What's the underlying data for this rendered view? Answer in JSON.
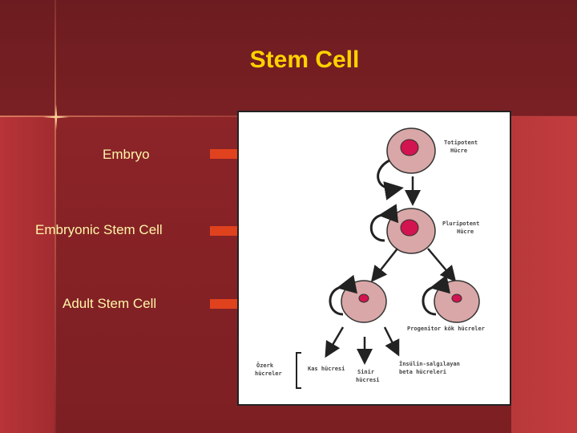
{
  "slide": {
    "title": "Stem Cell",
    "labels": {
      "embryo": "Embryo",
      "embryonic": "Embryonic Stem Cell",
      "adult": "Adult  Stem Cell"
    }
  },
  "diagram": {
    "totipotent": [
      "Totipotent",
      "Hücre"
    ],
    "pluripotent": [
      "Pluripotent",
      "Hücre"
    ],
    "progenitor": "Progenitor  kök hücreler",
    "special": [
      "Özerk",
      "hücreler"
    ],
    "muscle": "Kas hücresi",
    "nerve": [
      "Sinir",
      "hücresi"
    ],
    "insulin": [
      "İnsülin-salgılayan",
      "beta hücreleri"
    ]
  },
  "colors": {
    "title": "#ffd200",
    "label": "#fff5a8",
    "arrow": "#e0421e",
    "cell": "#d9a7a7",
    "nucleus": "#d21450"
  }
}
